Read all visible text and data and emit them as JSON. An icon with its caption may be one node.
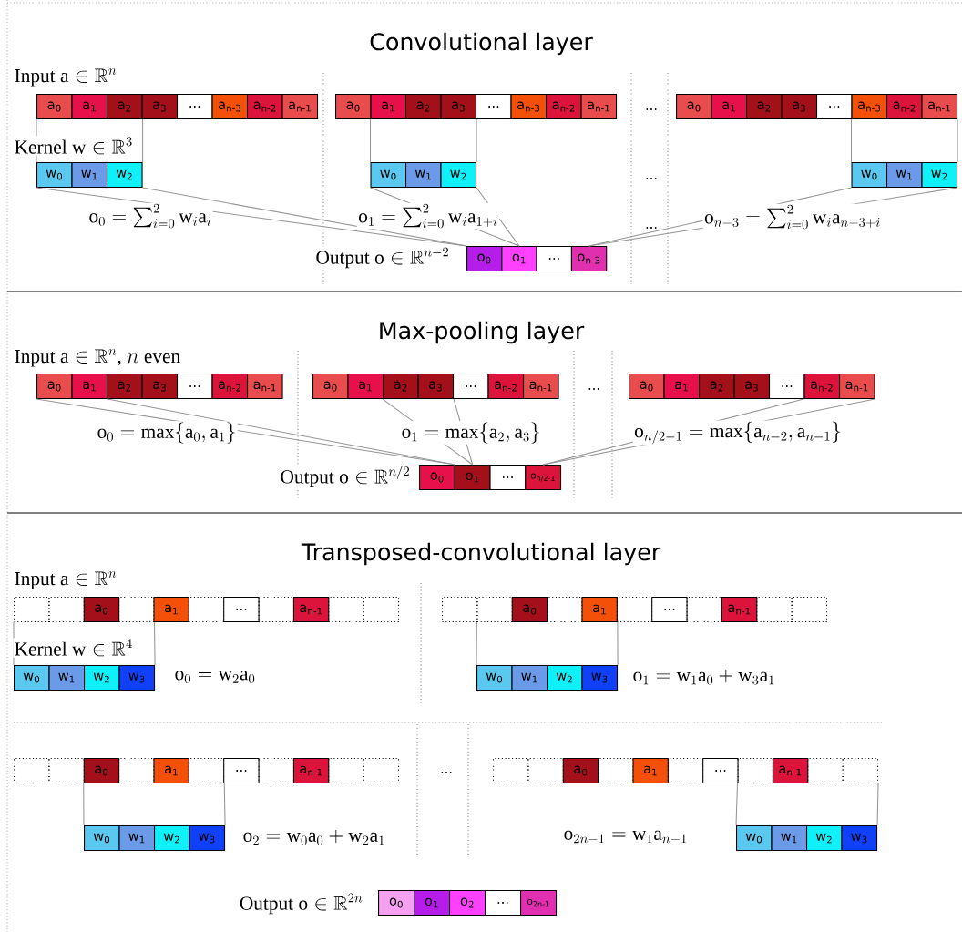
{
  "diagram": {
    "nodes": [
      {
        "text": [
          "a$_{0}$"
        ]
      },
      {
        "text": [
          "a$_{1}$"
        ]
      },
      {
        "text": [
          "a$_{2}$"
        ]
      },
      {
        "text": [
          "a$_{3}$"
        ]
      },
      {
        "text": [
          "..."
        ]
      },
      {
        "text": [
          "a$_{n-3}$"
        ]
      },
      {
        "text": [
          "a$_{n-2}$"
        ]
      },
      {
        "text": [
          "a$_{n-1}$"
        ]
      },
      {
        "text": [
          "a$_{0}$"
        ]
      },
      {
        "text": [
          "a$_{1}$"
        ]
      },
      {
        "text": [
          "a$_{2}$"
        ]
      },
      {
        "text": [
          "a$_{3}$"
        ]
      },
      {
        "text": [
          "..."
        ]
      },
      {
        "text": [
          "a$_{n-3}$"
        ]
      },
      {
        "text": [
          "a$_{n-2}$"
        ]
      },
      {
        "text": [
          "a$_{n-1}$"
        ]
      },
      {
        "text": [
          "a$_{0}$"
        ]
      },
      {
        "text": [
          "a$_{1}$"
        ]
      },
      {
        "text": [
          "a$_{2}$"
        ]
      },
      {
        "text": [
          "a$_{3}$"
        ]
      },
      {
        "text": [
          "..."
        ]
      },
      {
        "text": [
          "a$_{n-3}$"
        ]
      },
      {
        "text": [
          "a$_{n-2}$"
        ]
      },
      {
        "text": [
          "a$_{n-1}$"
        ]
      },
      {
        "text": [
          "w$_{0}$"
        ]
      },
      {
        "text": [
          "w$_{1}$"
        ]
      },
      {
        "text": [
          "w$_{2}$"
        ]
      },
      {
        "text": [
          "w$_{0}$"
        ]
      },
      {
        "text": [
          "w$_{1}$"
        ]
      },
      {
        "text": [
          "w$_{2}$"
        ]
      },
      {
        "text": [
          "w$_{0}$"
        ]
      },
      {
        "text": [
          "w$_{1}$"
        ]
      },
      {
        "text": [
          "w$_{2}$"
        ]
      },
      {
        "text": [
          "o$_{0}$"
        ]
      },
      {
        "text": [
          "o$_{1}$"
        ]
      },
      {
        "text": [
          "..."
        ]
      },
      {
        "text": [
          "o$_{n-3}$"
        ]
      },
      {
        "text": [
          "a$_{0}$"
        ]
      },
      {
        "text": [
          "a$_{1}$"
        ]
      },
      {
        "text": [
          "a$_{2}$"
        ]
      },
      {
        "text": [
          "a$_{3}$"
        ]
      },
      {
        "text": [
          "..."
        ]
      },
      {
        "text": [
          "a$_{n-2}$"
        ]
      },
      {
        "text": [
          "a$_{n-1}$"
        ]
      },
      {
        "text": [
          "a$_{0}$"
        ]
      },
      {
        "text": [
          "a$_{1}$"
        ]
      },
      {
        "text": [
          "a$_{2}$"
        ]
      },
      {
        "text": [
          "a$_{3}$"
        ]
      },
      {
        "text": [
          "..."
        ]
      },
      {
        "text": [
          "a$_{n-2}$"
        ]
      },
      {
        "text": [
          "a$_{n-1}$"
        ]
      },
      {
        "text": [
          "a$_{0}$"
        ]
      },
      {
        "text": [
          "a$_{1}$"
        ]
      },
      {
        "text": [
          "a$_{2}$"
        ]
      },
      {
        "text": [
          "a$_{3}$"
        ]
      },
      {
        "text": [
          "..."
        ]
      },
      {
        "text": [
          "a$_{n-2}$"
        ]
      },
      {
        "text": [
          "a$_{n-1}$"
        ]
      },
      {
        "text": [
          "o$_{0}$"
        ]
      },
      {
        "text": [
          "o$_{1}$"
        ]
      },
      {
        "text": [
          "..."
        ]
      },
      {
        "text": [
          "o$_{n/2-1}$"
        ]
      },
      {
        "text": [],
        "shape": "box"
      },
      {
        "text": [],
        "shape": "box"
      },
      {
        "text": [
          "a$_{0}$"
        ]
      },
      {
        "text": [],
        "shape": "box"
      },
      {
        "text": [
          "a$_{1}$"
        ]
      },
      {
        "text": [],
        "shape": "box"
      },
      {
        "text": [
          "..."
        ]
      },
      {
        "text": [],
        "shape": "box"
      },
      {
        "text": [
          "a$_{n-1}$"
        ]
      },
      {
        "text": [],
        "shape": "box"
      },
      {
        "text": [],
        "shape": "box"
      },
      {
        "text": [],
        "shape": "box"
      },
      {
        "text": [],
        "shape": "box"
      },
      {
        "text": [
          "a$_{0}$"
        ]
      },
      {
        "text": [],
        "shape": "box"
      },
      {
        "text": [
          "a$_{1}$"
        ]
      },
      {
        "text": [],
        "shape": "box"
      },
      {
        "text": [
          "..."
        ]
      },
      {
        "text": [],
        "shape": "box"
      },
      {
        "text": [
          "a$_{n-1}$"
        ]
      },
      {
        "text": [],
        "shape": "box"
      },
      {
        "text": [],
        "shape": "box"
      },
      {
        "text": [
          "w$_{0}$"
        ]
      },
      {
        "text": [
          "w$_{1}$"
        ]
      },
      {
        "text": [
          "w$_{2}$"
        ]
      },
      {
        "text": [
          "w$_{3}$"
        ]
      },
      {
        "text": [
          "w$_{0}$"
        ]
      },
      {
        "text": [
          "w$_{1}$"
        ]
      },
      {
        "text": [
          "w$_{2}$"
        ]
      },
      {
        "text": [
          "w$_{3}$"
        ]
      },
      {
        "text": [],
        "shape": "box"
      },
      {
        "text": [],
        "shape": "box"
      },
      {
        "text": [
          "a$_{0}$"
        ]
      },
      {
        "text": [],
        "shape": "box"
      },
      {
        "text": [
          "a$_{1}$"
        ]
      },
      {
        "text": [],
        "shape": "box"
      },
      {
        "text": [
          "..."
        ]
      },
      {
        "text": [],
        "shape": "box"
      },
      {
        "text": [
          "a$_{n-1}$"
        ]
      },
      {
        "text": [],
        "shape": "box"
      },
      {
        "text": [],
        "shape": "box"
      },
      {
        "text": [],
        "shape": "box"
      },
      {
        "text": [],
        "shape": "box"
      },
      {
        "text": [
          "a$_{0}$"
        ]
      },
      {
        "text": [],
        "shape": "box"
      },
      {
        "text": [
          "a$_{1}$"
        ]
      },
      {
        "text": [],
        "shape": "box"
      },
      {
        "text": [
          "..."
        ]
      },
      {
        "text": [],
        "shape": "box"
      },
      {
        "text": [
          "a$_{n-1}$"
        ]
      },
      {
        "text": [],
        "shape": "box"
      },
      {
        "text": [],
        "shape": "box"
      },
      {
        "text": [
          "w$_{0}$"
        ]
      },
      {
        "text": [
          "w$_{1}$"
        ]
      },
      {
        "text": [
          "w$_{2}$"
        ]
      },
      {
        "text": [
          "w$_{3}$"
        ]
      },
      {
        "text": [
          "w$_{0}$"
        ]
      },
      {
        "text": [
          "w$_{1}$"
        ]
      },
      {
        "text": [
          "w$_{2}$"
        ]
      },
      {
        "text": [
          "w$_{3}$"
        ]
      },
      {
        "text": [
          "o$_{0}$"
        ]
      },
      {
        "text": [
          "o$_{1}$"
        ]
      },
      {
        "text": [
          "o$_{2}$"
        ]
      },
      {
        "text": [
          "..."
        ]
      },
      {
        "text": [
          "o$_{2n-1}$"
        ]
      }
    ],
    "edges": [
      {
        "from": 0,
        "to": 24,
        "arrow": "none"
      },
      {
        "from": 2,
        "to": 26,
        "arrow": "none"
      },
      {
        "from": 9,
        "to": 27,
        "arrow": "none"
      },
      {
        "from": 11,
        "to": 29,
        "arrow": "none"
      },
      {
        "from": 21,
        "to": 30,
        "arrow": "none"
      },
      {
        "from": 23,
        "to": 32,
        "arrow": "none"
      },
      {
        "from": 24,
        "to": 33,
        "arrow": "none"
      },
      {
        "from": 26,
        "to": 33,
        "arrow": "none"
      },
      {
        "from": 27,
        "to": 34,
        "arrow": "none"
      },
      {
        "from": 29,
        "to": 34,
        "arrow": "none"
      },
      {
        "from": 30,
        "to": 36,
        "arrow": "none"
      },
      {
        "from": 32,
        "to": 36,
        "arrow": "none"
      },
      {
        "from": 37,
        "to": 58,
        "arrow": "none"
      },
      {
        "from": 38,
        "to": 58,
        "arrow": "none"
      },
      {
        "from": 46,
        "to": 59,
        "arrow": "none"
      },
      {
        "from": 47,
        "to": 59,
        "arrow": "none"
      },
      {
        "from": 56,
        "to": 61,
        "arrow": "none"
      },
      {
        "from": 57,
        "to": 61,
        "arrow": "none"
      },
      {
        "from": 62,
        "to": 84,
        "arrow": "none"
      },
      {
        "from": 65,
        "to": 87,
        "arrow": "none"
      },
      {
        "from": 74,
        "to": 88,
        "arrow": "none"
      },
      {
        "from": 77,
        "to": 91,
        "arrow": "none"
      },
      {
        "from": 94,
        "to": 114,
        "arrow": "none"
      },
      {
        "from": 97,
        "to": 117,
        "arrow": "none"
      },
      {
        "from": 110,
        "to": 118,
        "arrow": "none"
      },
      {
        "from": 113,
        "to": 121,
        "arrow": "none"
      }
    ],
    "labels": [
      "Convolutional layer",
      "\\text{Input a} \\in \\mathbb{R}^n",
      "\\text{Kernel w} \\in \\mathbb{R}^3",
      "...",
      "...",
      "\\mathrm{o}_0 = \\sum_{i=0}^{2} \\mathrm{w}_i \\mathrm{a}_i",
      "\\mathrm{o}_1 = \\sum_{i=0}^{2} \\mathrm{w}_i \\mathrm{a}_{1+i}",
      "...",
      "\\mathrm{o}_{n-3} = \\sum_{i=0}^{2} \\mathrm{w}_i \\mathrm{a}_{n-3+i}",
      "\\text{Output o} \\in \\mathbb{R}^{n-2}",
      "Max-pooling layer",
      "\\text{Input a} \\in \\mathbb{R}^n\\text{, } n \\text{ even}",
      "...",
      "\\mathrm{o}_0 = \\max\\{\\mathrm{a}_0, \\mathrm{a}_1\\}",
      "\\mathrm{o}_1 = \\max\\{\\mathrm{a}_2, \\mathrm{a}_3\\}",
      "\\mathrm{o}_{n/2-1} = \\max\\{\\mathrm{a}_{n-2}, \\mathrm{a}_{n-1}\\}",
      "\\text{Output o} \\in \\mathbb{R}^{n/2}",
      "Transposed-convolutional layer",
      "\\text{Input a} \\in \\mathbb{R}^n",
      "\\text{Kernel w} \\in \\mathbb{R}^4",
      "\\mathrm{o}_0 = \\mathrm{w}_2\\mathrm{a}_0",
      "\\mathrm{o}_1 = \\mathrm{w}_1\\mathrm{a}_0 + \\mathrm{w}_3\\mathrm{a}_1",
      "...",
      "\\mathrm{o}_2 = \\mathrm{w}_0\\mathrm{a}_0 + \\mathrm{w}_2\\mathrm{a}_1",
      "\\mathrm{o}_{2n-1} = \\mathrm{w}_1\\mathrm{a}_{n-1}",
      "\\text{Output o} \\in \\mathbb{R}^{2n}"
    ]
  }
}
